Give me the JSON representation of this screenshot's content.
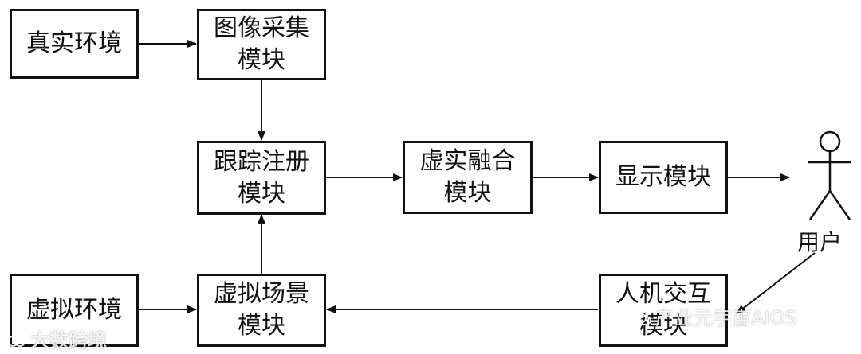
{
  "diagram": {
    "boxes": {
      "real_env": "真实环境",
      "image_capture": "图像采集\n模块",
      "tracking": "跟踪注册\n模块",
      "fusion": "虚实融合\n模块",
      "display": "显示模块",
      "virtual_env": "虚拟环境",
      "virtual_scene": "虚拟场景\n模块",
      "interaction": "人机交互\n模块"
    },
    "user_label": "用户"
  },
  "watermarks": {
    "left": "大数跨境",
    "right": "产业元宇宙AIOS"
  }
}
